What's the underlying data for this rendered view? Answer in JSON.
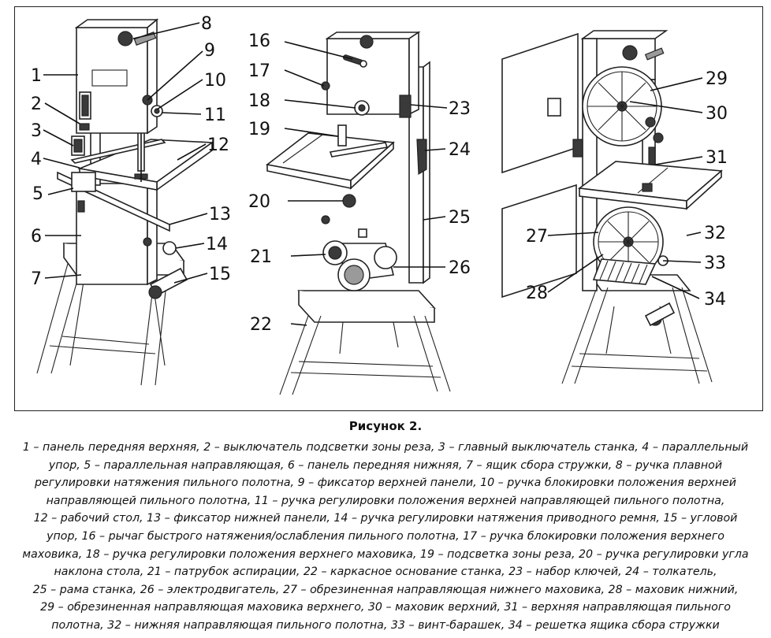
{
  "figure": {
    "callouts": [
      "1",
      "2",
      "3",
      "4",
      "5",
      "6",
      "7",
      "8",
      "9",
      "10",
      "11",
      "12",
      "13",
      "14",
      "15",
      "16",
      "17",
      "18",
      "19",
      "20",
      "21",
      "22",
      "23",
      "24",
      "25",
      "26",
      "27",
      "28",
      "29",
      "30",
      "31",
      "32",
      "33",
      "34"
    ]
  },
  "caption": {
    "title": "Рисунок 2.",
    "lines": [
      "1 – панель передняя верхняя, 2 – выключатель подсветки зоны реза, 3 – главный выключатель станка, 4 – параллельный",
      "упор, 5 – параллельная направляющая, 6 – панель передняя нижняя, 7 – ящик сбора стружки, 8 – ручка плавной",
      "регулировки натяжения пильного полотна, 9 – фиксатор верхней панели, 10 – ручка блокировки положения верхней",
      "направляющей пильного полотна, 11 – ручка регулировки положения верхней направляющей пильного полотна,",
      "12 – рабочий стол, 13 – фиксатор нижней панели, 14 – ручка регулировки натяжения приводного ремня, 15 – угловой",
      "упор, 16 – рычаг быстрого натяжения/ослабления пильного полотна, 17 – ручка блокировки положения верхнего",
      "маховика, 18 – ручка регулировки положения верхнего маховика, 19 – подсветка зоны реза, 20 –  ручка регулировки угла",
      "наклона стола, 21 – патрубок аспирации, 22 – каркасное основание станка, 23 – набор ключей, 24 – толкатель,",
      "25 – рама станка, 26 – электродвигатель, 27 – обрезиненная направляющая нижнего маховика, 28 – маховик нижний,",
      "29 – обрезиненная направляющая маховика верхнего, 30 – маховик верхний, 31 – верхняя направляющая пильного",
      "полотна, 32 – нижняя направляющая пильного полотна, 33 – винт-барашек, 34 – решетка ящика сбора стружки"
    ]
  }
}
